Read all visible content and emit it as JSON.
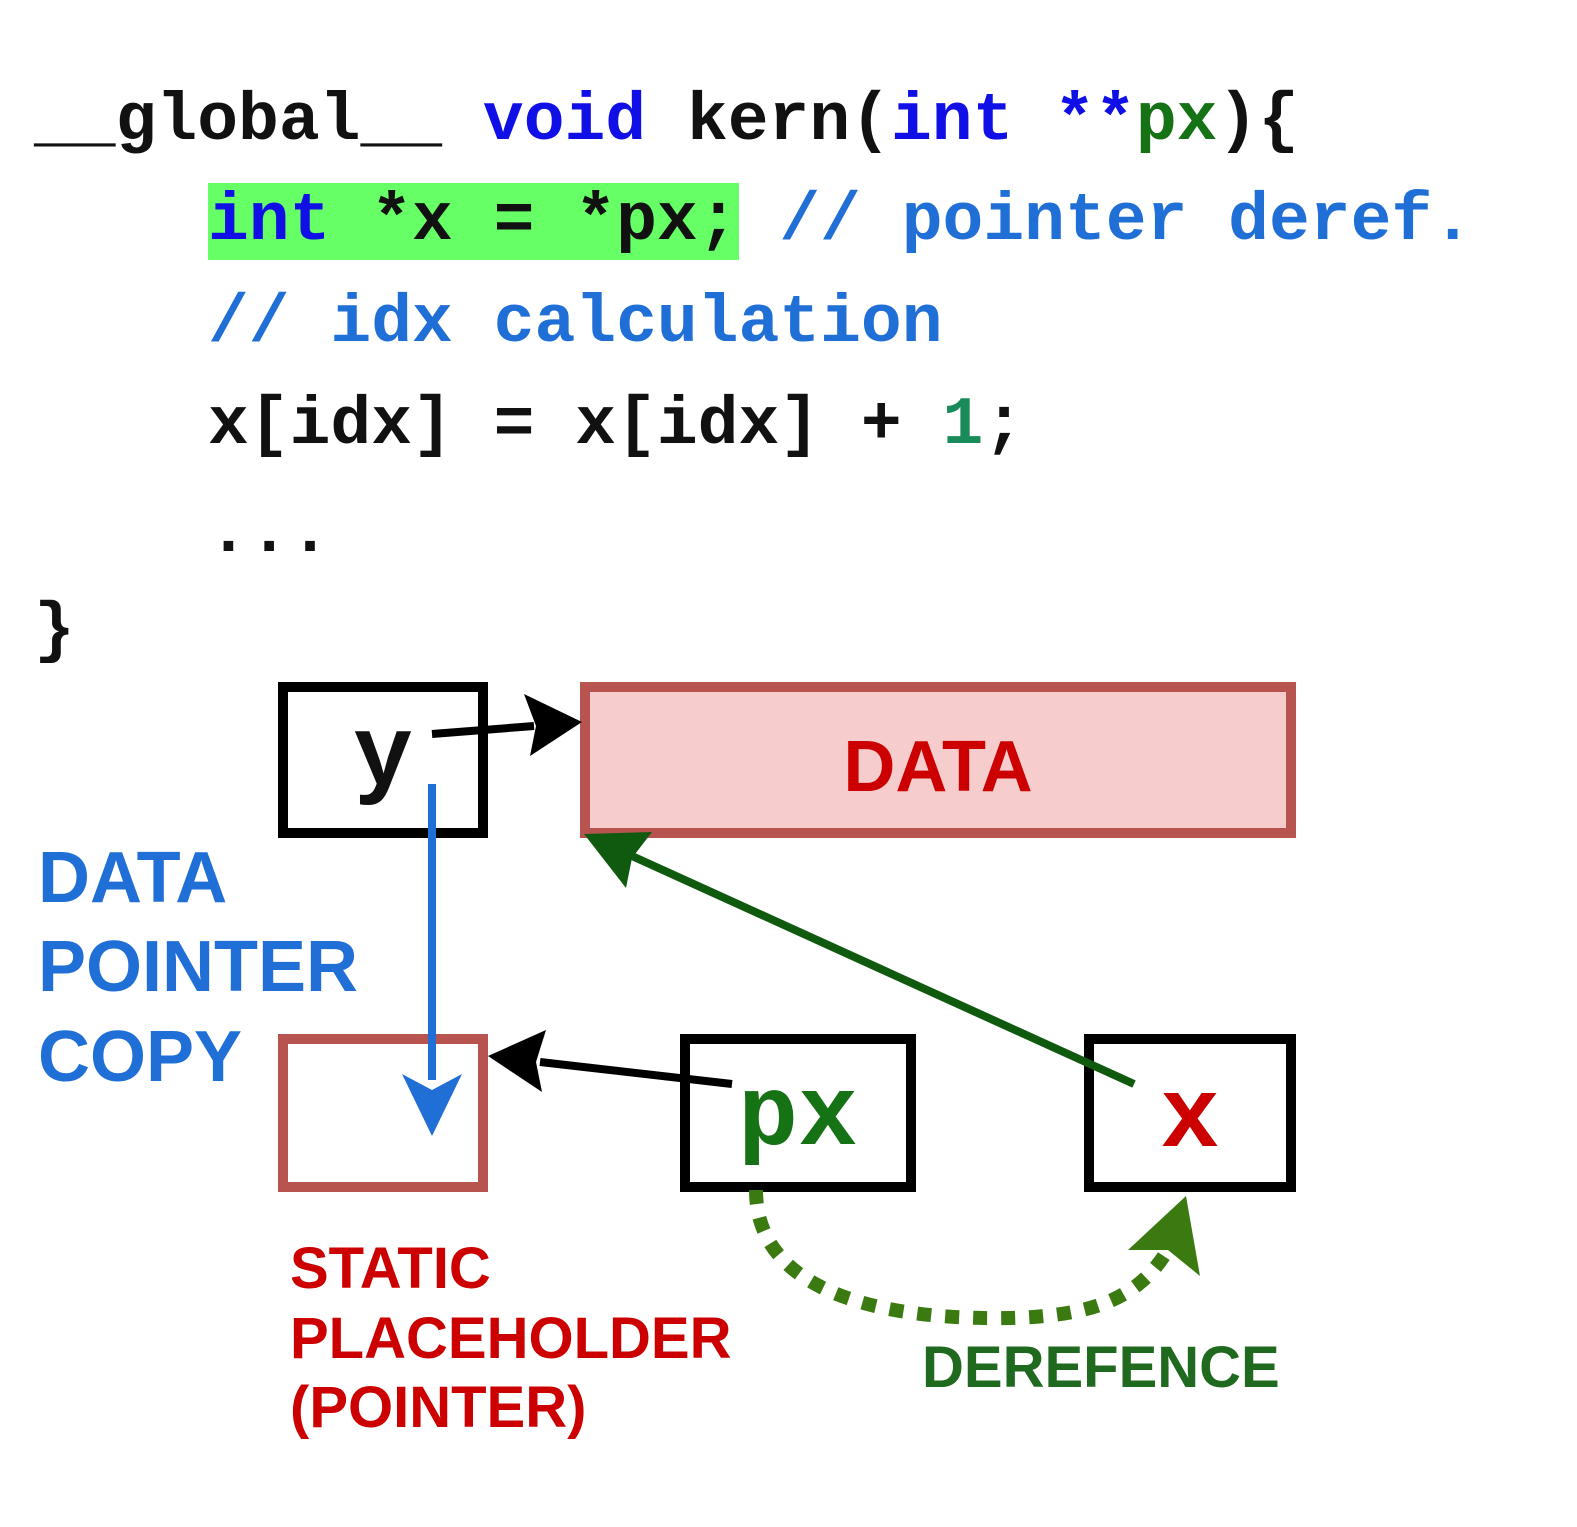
{
  "code": {
    "line1": {
      "qualifier": "__global__",
      "void_kw": "void",
      "fn_name": "kern(",
      "int_kw": "int",
      "stars": "**",
      "param": "px",
      "close": "){"
    },
    "line2": {
      "stmt_int": "int",
      "stmt_rest": " *x = *px;",
      "comment": "// pointer deref."
    },
    "line3": {
      "comment": "// idx calculation"
    },
    "line4": {
      "expr": "x[idx] = x[idx] + ",
      "one": "1",
      "semi": ";"
    },
    "line5": {
      "ellipsis": "..."
    },
    "line6": {
      "brace": "}"
    }
  },
  "diagram": {
    "box_y": "y",
    "box_data": "DATA",
    "box_px": "px",
    "box_x": "x",
    "label_copy": "DATA\nPOINTER\nCOPY",
    "label_static": "STATIC\nPLACEHOLDER\n(POINTER)",
    "label_deref": "DEREFENCE"
  },
  "colors": {
    "highlight": "#66ff66",
    "keyword": "#1010e6",
    "comment": "#1f6fd6",
    "pointer_green": "#157215",
    "data_red": "#cc0000",
    "data_fill": "#f6cccc",
    "data_border": "#b85450",
    "deref_green": "#3a7a10"
  }
}
